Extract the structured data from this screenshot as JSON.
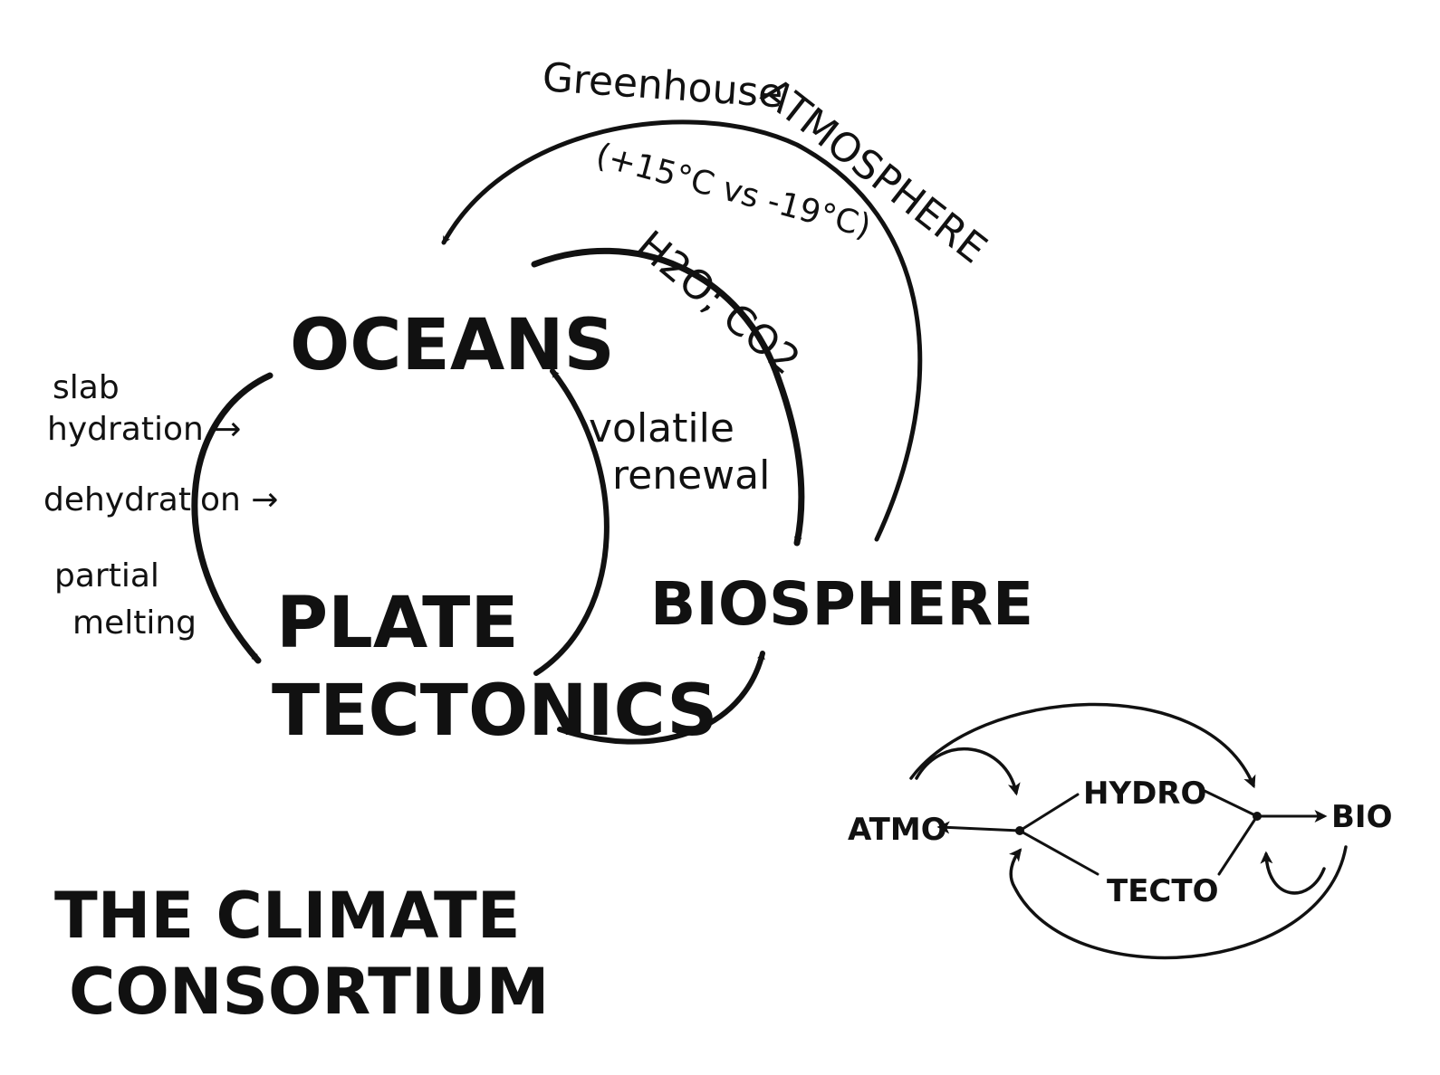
{
  "colors": {
    "ink": "#111111",
    "paper": "#ffffff"
  },
  "title": {
    "line1": "THE CLIMATE",
    "line2": "CONSORTIUM"
  },
  "nodes": {
    "oceans": "OCEANS",
    "plate": "PLATE",
    "tectonics": "TECTONICS",
    "biosphere": "BIOSPHERE"
  },
  "labels": {
    "greenhouse": "Greenhouse",
    "atmosphere": "ATMOSPHERE",
    "temps": "(+15°C  vs -19°C)",
    "h2o_co2": "H2O; CO2",
    "volatile": "volatile",
    "renewal": "renewal",
    "slab": "slab",
    "hydration": "hydration →",
    "dehydration": "dehydration →",
    "partial": "partial",
    "melting": "melting"
  },
  "mini_diagram": {
    "atmo": "ATMO",
    "hydro": "HYDRO",
    "tecto": "TECTO",
    "bio": "BIO"
  }
}
